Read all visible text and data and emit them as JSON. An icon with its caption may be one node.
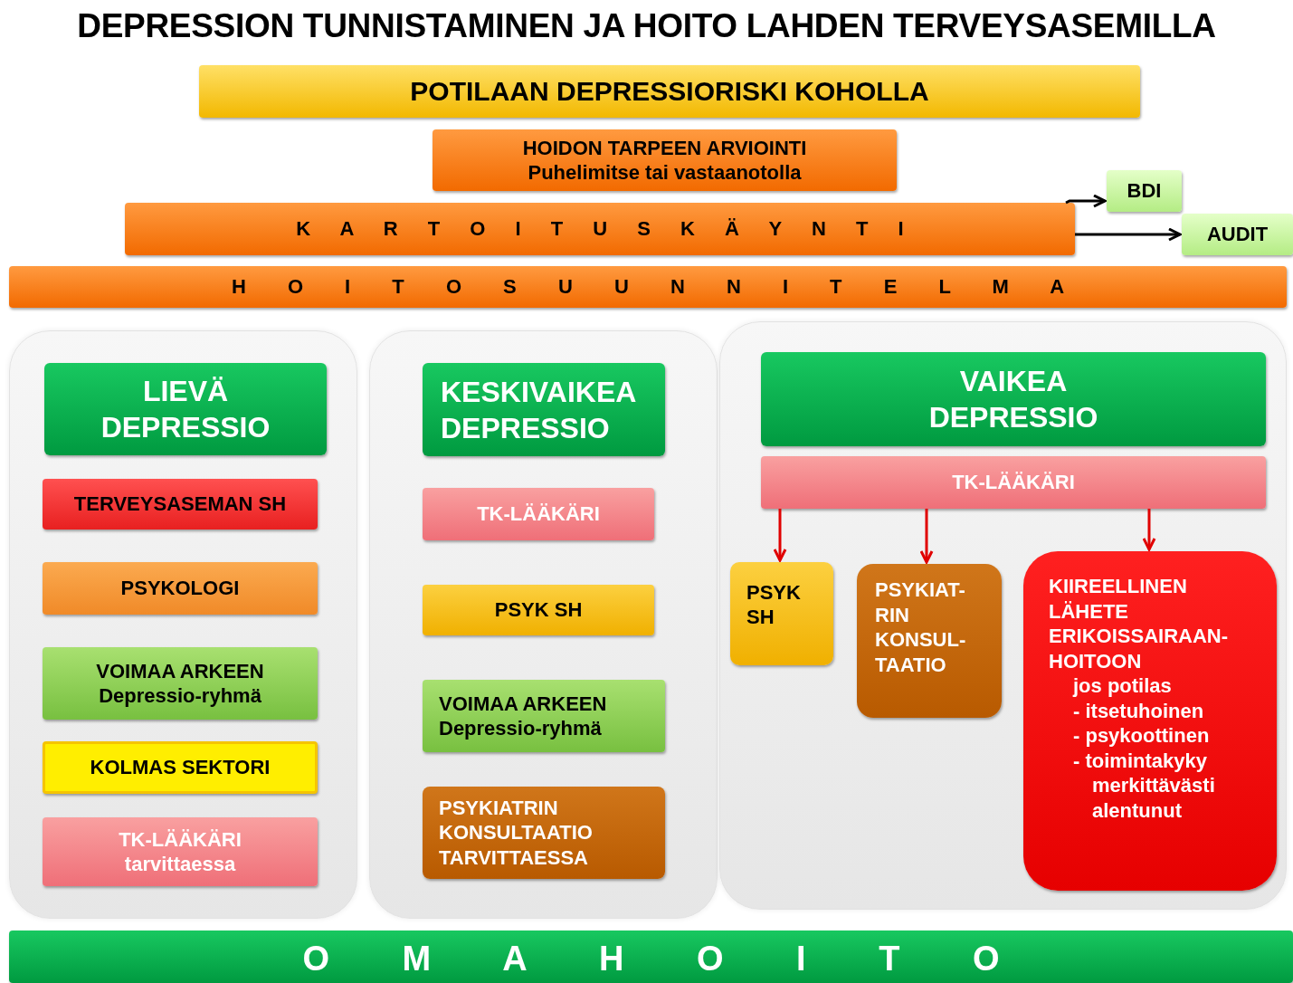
{
  "diagram": {
    "title": "DEPRESSION TUNNISTAMINEN JA HOITO LAHDEN TERVEYSASEMILLA",
    "nodes": [
      {
        "text": [
          "POTILAAN DEPRESSIORISKI KOHOLLA"
        ]
      },
      {
        "text": [
          "HOIDON TARPEEN ARVIOINTI",
          "Puhelimitse tai vastaanotolla"
        ]
      },
      {
        "text": [
          "K A R T O I T U S K Ä Y N T I"
        ]
      },
      {
        "text": [
          "BDI"
        ]
      },
      {
        "text": [
          "AUDIT"
        ]
      },
      {
        "text": [
          "H O I T O S U U N N I T E L M A"
        ]
      },
      {
        "text": [],
        "shape": "box"
      },
      {
        "text": [
          "LIEVÄ DEPRESSIO"
        ],
        "in": 6
      },
      {
        "text": [
          "TERVEYSASEMAN SH"
        ],
        "in": 6
      },
      {
        "text": [
          "PSYKOLOGI"
        ],
        "in": 6
      },
      {
        "text": [
          "VOIMAA ARKEEN",
          "Depressio-ryhmä"
        ],
        "in": 6
      },
      {
        "text": [
          "KOLMAS SEKTORI"
        ],
        "in": 6
      },
      {
        "text": [
          "TK-LÄÄKÄRI",
          "tarvittaessa"
        ],
        "in": 6
      },
      {
        "text": [],
        "shape": "box"
      },
      {
        "text": [
          "KESKIVAIKEA DEPRESSIO"
        ],
        "in": 13
      },
      {
        "text": [
          "TK-LÄÄKÄRI"
        ],
        "in": 13
      },
      {
        "text": [
          "PSYK SH"
        ],
        "in": 13
      },
      {
        "text": [
          "VOIMAA ARKEEN",
          "Depressio-ryhmä"
        ],
        "in": 13
      },
      {
        "text": [
          "PSYKIATRIN KONSULTAATIO TARVITTAESSA"
        ],
        "in": 13
      },
      {
        "text": [],
        "shape": "box"
      },
      {
        "text": [
          "VAIKEA DEPRESSIO"
        ],
        "in": 19
      },
      {
        "text": [
          "TK-LÄÄKÄRI"
        ],
        "in": 19
      },
      {
        "text": [
          "PSYK SH"
        ],
        "in": 19
      },
      {
        "text": [
          "PSYKIAT- RIN KONSUL- TAATIO"
        ],
        "in": 19
      },
      {
        "text": [
          "KIIREELLINEN LÄHETE ERIKOISSAIRAAN- HOITOON",
          "jos potilas",
          "- itsetuhoinen",
          "- psykoottinen",
          "- toimintakyky merkittävästi alentunut"
        ],
        "in": 19
      },
      {
        "text": [
          "O M A H O I T O"
        ]
      }
    ],
    "edges": [
      {
        "from": 2,
        "to": 3,
        "arrow": "to",
        "color": "#000000"
      },
      {
        "from": 2,
        "to": 4,
        "arrow": "to",
        "color": "#000000"
      },
      {
        "from": 21,
        "to": 22,
        "arrow": "to"
      },
      {
        "from": 21,
        "to": 23,
        "arrow": "to"
      },
      {
        "from": 21,
        "to": 24,
        "arrow": "to"
      }
    ]
  }
}
